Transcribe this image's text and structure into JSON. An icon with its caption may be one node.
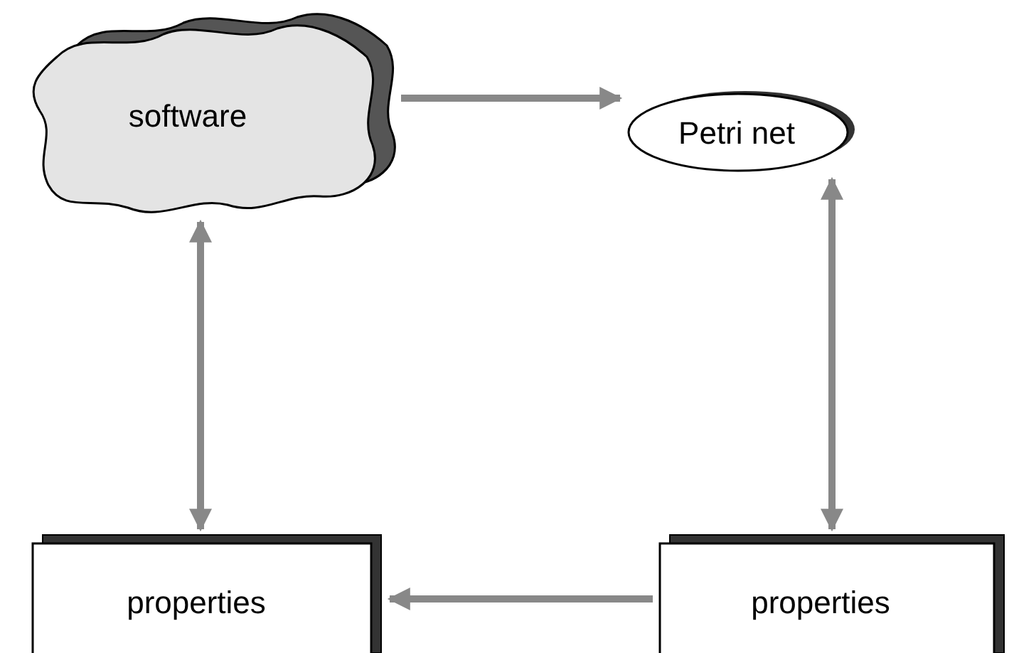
{
  "diagram": {
    "nodes": [
      {
        "text": [
          "software"
        ]
      },
      {
        "text": [
          "Petri net"
        ]
      },
      {
        "text": [
          "properties"
        ]
      },
      {
        "text": [
          "properties"
        ]
      }
    ],
    "edges": [
      {
        "from": 0,
        "to": 1,
        "arrow": "to"
      },
      {
        "from": 0,
        "to": 2,
        "arrow": "both"
      },
      {
        "from": 1,
        "to": 3,
        "arrow": "both"
      },
      {
        "from": 3,
        "to": 2,
        "arrow": "to"
      }
    ]
  }
}
